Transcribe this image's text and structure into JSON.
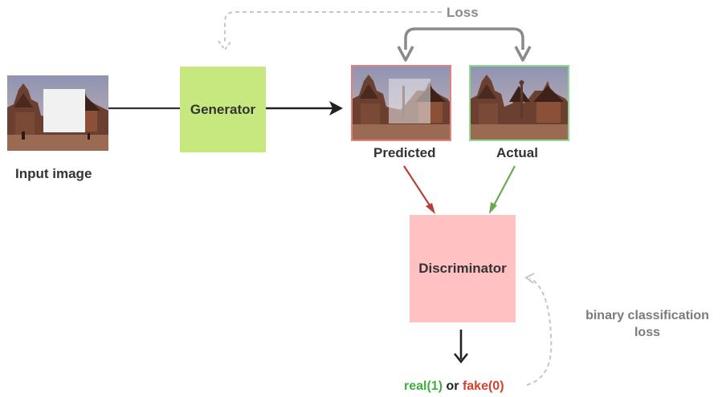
{
  "labels": {
    "input_image": "Input image",
    "generator": "Generator",
    "predicted": "Predicted",
    "actual": "Actual",
    "loss": "Loss",
    "discriminator": "Discriminator",
    "binary_loss_line1": "binary classification",
    "binary_loss_line2": "loss",
    "real": "real(1)",
    "or": "or",
    "fake": "fake(0)"
  },
  "colors": {
    "generator_fill": "#c7e77f",
    "discriminator_fill": "#ffc1c1",
    "predicted_border": "#e28080",
    "actual_border": "#8fd88f",
    "predicted_arrow": "#b3433a",
    "actual_arrow": "#6aa84f",
    "loss_arrow": "#808080",
    "dashed_arrow": "#c8c8c8",
    "real_text": "#3fae3f",
    "fake_text": "#d63f2d"
  },
  "icons": {
    "input_photo": "temple-photo-masked",
    "predicted_photo": "temple-photo-filled",
    "actual_photo": "temple-photo"
  }
}
